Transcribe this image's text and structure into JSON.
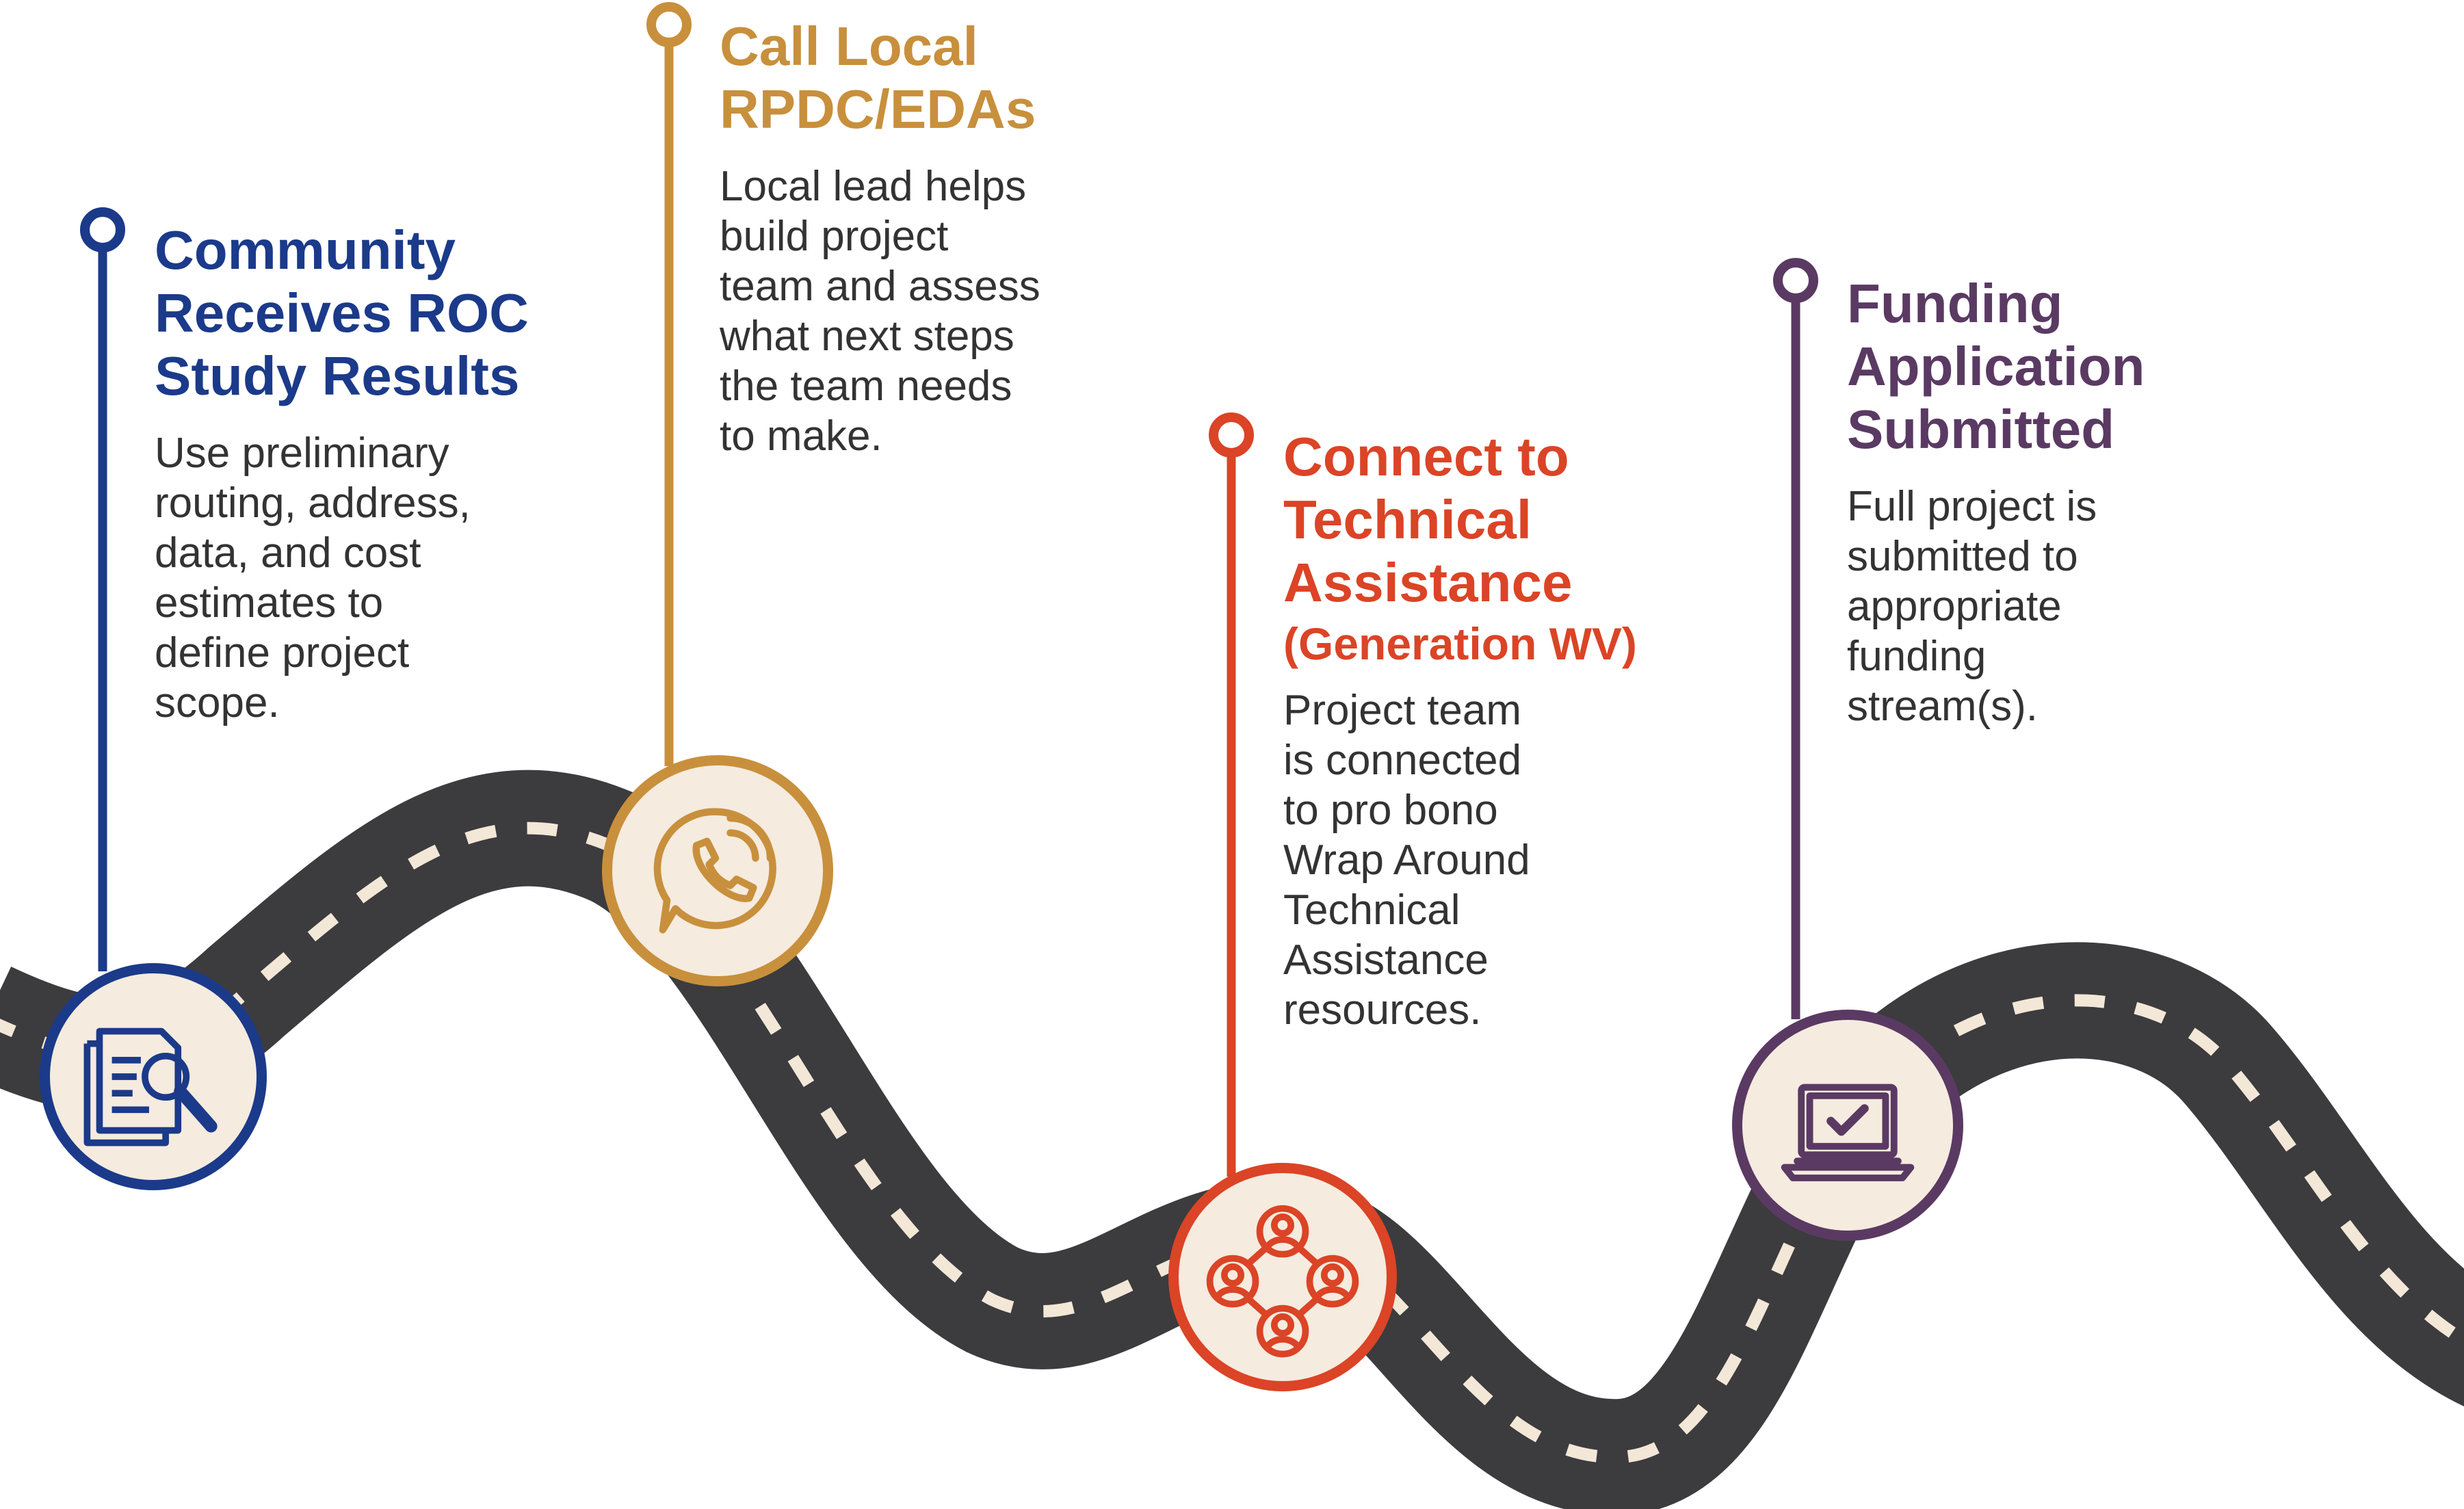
{
  "colors": {
    "road": "#3c3b3e",
    "road_dash": "#f3e7d7",
    "badge_fill": "#f5ebdf",
    "navy": "#1b3a8a",
    "gold": "#c8903c",
    "red": "#db4426",
    "purple": "#5a3a63"
  },
  "steps": [
    {
      "id": "community",
      "color": "#1b3a8a",
      "icon": "document-magnifier-icon",
      "title_lines": [
        "Community",
        "Receives ROC",
        "Study Results"
      ],
      "subtitle": "",
      "description_lines": [
        "Use preliminary",
        "routing, address,",
        "data, and cost",
        "estimates to",
        "define project",
        "scope."
      ]
    },
    {
      "id": "call-local",
      "color": "#c8903c",
      "icon": "phone-chat-icon",
      "title_lines": [
        "Call Local",
        "RPDC/EDAs"
      ],
      "subtitle": "",
      "description_lines": [
        "Local lead helps",
        "build project",
        "team and assess",
        "what next steps",
        "the team needs",
        "to make."
      ]
    },
    {
      "id": "technical-assistance",
      "color": "#db4426",
      "icon": "team-network-icon",
      "title_lines": [
        "Connect to",
        "Technical",
        "Assistance"
      ],
      "subtitle": "(Generation WV)",
      "description_lines": [
        "Project team",
        "is connected",
        "to pro bono",
        "Wrap Around",
        "Technical",
        "Assistance",
        "resources."
      ]
    },
    {
      "id": "funding",
      "color": "#5a3a63",
      "icon": "laptop-check-icon",
      "title_lines": [
        "Funding",
        "Application",
        "Submitted"
      ],
      "subtitle": "",
      "description_lines": [
        "Full project is",
        "submitted to",
        "appropriate",
        "funding",
        "stream(s)."
      ]
    }
  ]
}
